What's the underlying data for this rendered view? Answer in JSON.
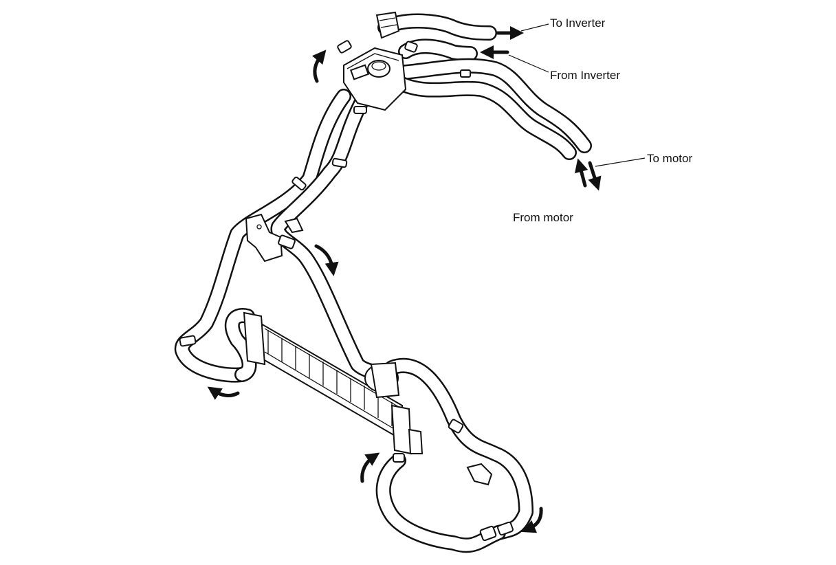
{
  "labels": {
    "to_inverter": "To Inverter",
    "from_inverter": "From Inverter",
    "to_motor": "To motor",
    "from_motor": "From motor"
  },
  "colors": {
    "ink": "#111111",
    "background": "#ffffff"
  }
}
